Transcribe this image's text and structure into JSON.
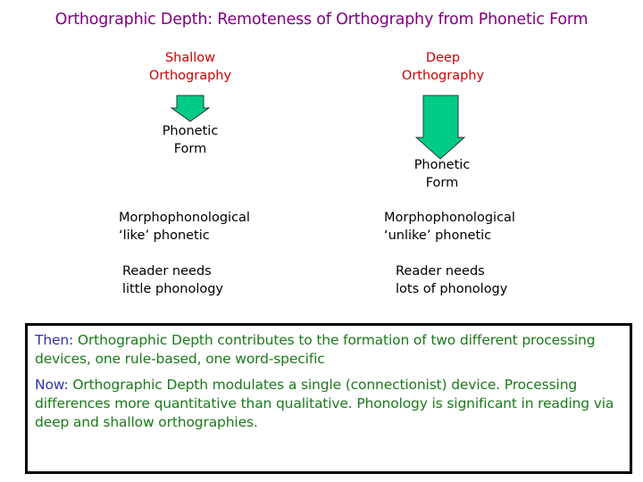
{
  "title": "Orthographic Depth: Remoteness of Orthography from Phonetic Form",
  "colors": {
    "title": "#800080",
    "column_heading": "#cc0000",
    "arrow_fill": "#00cc88",
    "body_text": "#000000",
    "box_lead": "#3333aa",
    "box_text": "#1a7a1a",
    "box_border": "#000000"
  },
  "columns": [
    {
      "heading_line1": "Shallow",
      "heading_line2": "Orthography",
      "arrow_icon": "short-down-arrow",
      "target_line1": "Phonetic",
      "target_line2": "Form",
      "relation_line1": "Morphophonological",
      "relation_line2": "‘like’ phonetic",
      "reader_line1": "Reader needs",
      "reader_line2": "little phonology"
    },
    {
      "heading_line1": "Deep",
      "heading_line2": "Orthography",
      "arrow_icon": "long-down-arrow",
      "target_line1": "Phonetic",
      "target_line2": "Form",
      "relation_line1": "Morphophonological",
      "relation_line2": "‘unlike’ phonetic",
      "reader_line1": "Reader needs",
      "reader_line2": "lots of phonology"
    }
  ],
  "box": {
    "then": {
      "lead": "Then:",
      "text": "Orthographic Depth contributes to the formation of two different processing devices, one rule-based, one word-specific"
    },
    "now": {
      "lead": "Now:",
      "text": "Orthographic Depth modulates a single (connectionist) device. Processing differences more quantitative than qualitative. Phonology is significant in reading via deep and shallow orthographies."
    }
  }
}
